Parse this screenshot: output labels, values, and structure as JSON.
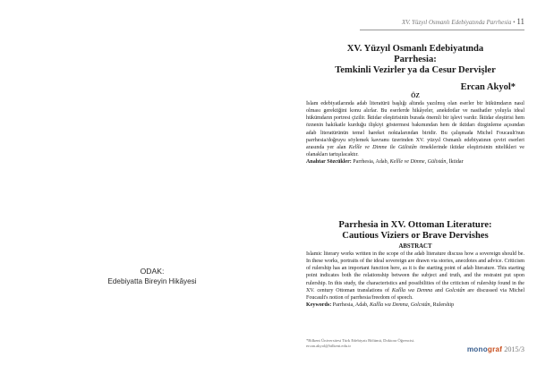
{
  "left_page": {
    "section_label": "ODAK:",
    "section_title": "Edebiyatta Bireyin Hikâyesi"
  },
  "running_head": {
    "text": "XV. Yüzyıl Osmanlı Edebiyatında Parrhesia",
    "separator": "•",
    "page_number": "11"
  },
  "title_tr": {
    "line1": "XV. Yüzyıl Osmanlı Edebiyatında",
    "line2": "Parrhesia:",
    "line3": "Temkinli Vezirler ya da Cesur Dervişler"
  },
  "author": "Ercan Akyol*",
  "abstract_tr": {
    "heading": "ÖZ",
    "body": "İslam edebiyatlarında adab literatürü başlığı altında yazılmış olan eserler bir hükümdarın nasıl olması gerektiğini konu alırlar. Bu eserlerde hikâyeler, anekdotlar ve nasihatler yoluyla ideal hükümdarın portresi çizilir. İktidar eleştirisinin burada önemli bir işlevi vardır. İktidar eleştirisi hem öznenin hakikatle kurduğu ilişkiyi göstermesi bakımından hem de iktidarı dizginleme açısından adab literatürünün temel hareket noktalarından biridir. Bu çalışmada Michel Foucault'nun parrhesia/doğruyu söylemek kavramı üzerinden XV. yüzyıl Osmanlı edebiyatının çeviri eserleri arasında yer alan ",
    "title1": "Kelîle ve Dimne",
    "mid": " ile ",
    "title2": "Gülistân",
    "end": " örneklerinde iktidar eleştirisinin nitelikleri ve olanakları tartışılacaktır.",
    "keywords_label": "Anahtar Sözcükler:",
    "keywords_a": " Parrhesia, Adab, ",
    "keywords_b": "Kelîle ve Dimne",
    "keywords_c": ", ",
    "keywords_d": "Gülistân",
    "keywords_e": ", İktidar"
  },
  "title_en": {
    "line1": "Parrhesia  in XV. Ottoman Literature:",
    "line2": "Cautious Viziers or Brave Dervishes"
  },
  "abstract_en": {
    "heading": "ABSTRACT",
    "body": "Islamic literary works written in the scope of the adab literature discuss how a sovereign should be. In these works, portraits of the ideal sovereign are drawn via stories, anecdotes and advice. Criticism of rulership has an important function here, as it is the starting point of adab literature. This starting point indicates both the relationship between the subject and truth, and the restraint put upon rulership. In this study, the characteristics and possibilities of the criticism of rulership found in the XV. century Ottoman translations of ",
    "title1": "Kalîla wa Demna",
    "mid": " and ",
    "title2": "Golcstân",
    "end": " are discussed via Michel Foucault's notion of parrhesia/freedom of speech.",
    "keywords_label": "Keywords:",
    "keywords_a": " Parrhesia, Adab, ",
    "keywords_b": "Kalîla wa Demna",
    "keywords_c": ", ",
    "keywords_d": "Golcstân",
    "keywords_e": ", Rulership"
  },
  "footnote": {
    "line1": "*Bilkent Üniversitesi Türk Edebiyatı Bölümü, Doktora Öğrencisi.",
    "line2": "ercan.akyol@bilkent.edu.tr"
  },
  "brand": {
    "part1": "mono",
    "part2": "graf",
    "issue": " 2015/3"
  }
}
